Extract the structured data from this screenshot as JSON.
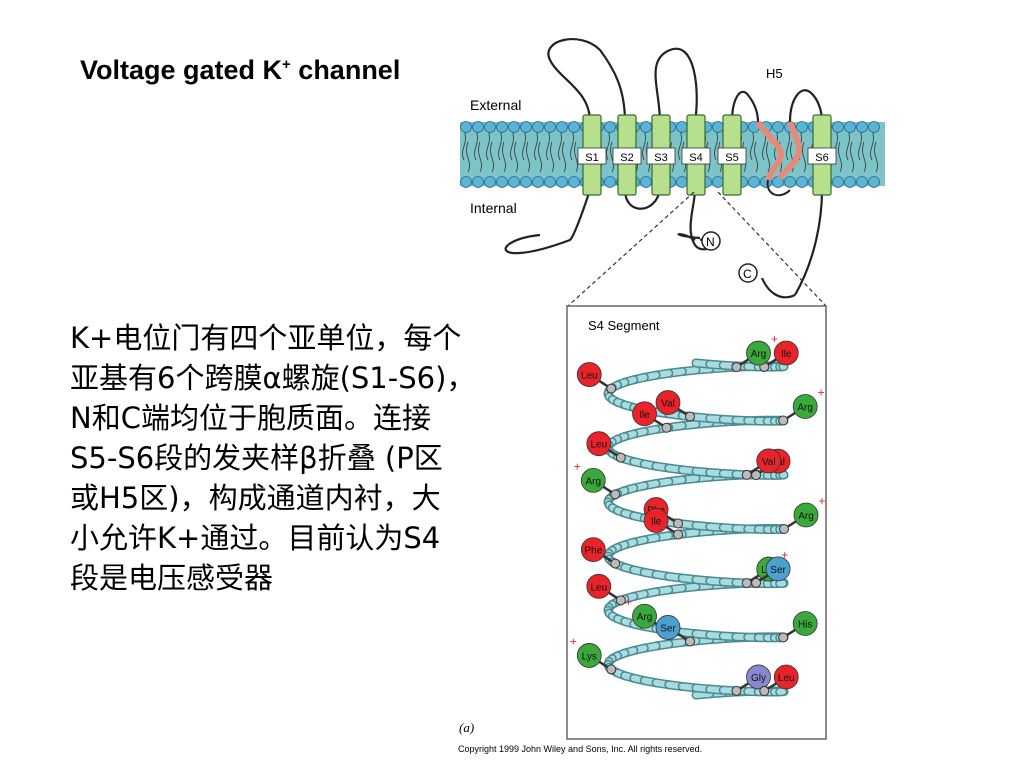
{
  "title": {
    "main": "Voltage gated K",
    "sup": "+",
    "rest": " channel"
  },
  "paragraph": [
    "K+电位门有四个亚单位，每个",
    "亚基有6个跨膜α螺旋(S1-S6)，",
    "N和C端均位于胞质面。连接",
    "S5-S6段的发夹样β折叠 (P区",
    "或H5区)，构成通道内衬，大",
    "小允许K+通过。目前认为S4",
    "段是电压感受器"
  ],
  "membrane": {
    "external_label": "External",
    "internal_label": "Internal",
    "h5_label": "H5",
    "segments": [
      "S1",
      "S2",
      "S3",
      "S4",
      "S5",
      "S6"
    ],
    "n_term": "N",
    "c_term": "C"
  },
  "s4": {
    "title": "S4 Segment",
    "residues": [
      {
        "name": "Ile",
        "kind": "hydrophobic",
        "plus": false
      },
      {
        "name": "Arg",
        "kind": "basic",
        "plus": true
      },
      {
        "name": "Leu",
        "kind": "hydrophobic",
        "plus": false
      },
      {
        "name": "Val",
        "kind": "hydrophobic",
        "plus": false
      },
      {
        "name": "Arg",
        "kind": "basic",
        "plus": true
      },
      {
        "name": "Ile",
        "kind": "hydrophobic",
        "plus": false
      },
      {
        "name": "Leu",
        "kind": "hydrophobic",
        "plus": false
      },
      {
        "name": "Val",
        "kind": "hydrophobic",
        "plus": false
      },
      {
        "name": "Val",
        "kind": "hydrophobic",
        "plus": false
      },
      {
        "name": "Arg",
        "kind": "basic",
        "plus": true
      },
      {
        "name": "Phe",
        "kind": "hydrophobic",
        "plus": false
      },
      {
        "name": "Arg",
        "kind": "basic",
        "plus": true
      },
      {
        "name": "Ile",
        "kind": "hydrophobic",
        "plus": false
      },
      {
        "name": "Phe",
        "kind": "hydrophobic",
        "plus": false
      },
      {
        "name": "Lys",
        "kind": "basic",
        "plus": true
      },
      {
        "name": "Ser",
        "kind": "polar",
        "plus": false
      },
      {
        "name": "Leu",
        "kind": "hydrophobic",
        "plus": false
      },
      {
        "name": "Arg",
        "kind": "basic",
        "plus": true
      },
      {
        "name": "His",
        "kind": "basic",
        "plus": false
      },
      {
        "name": "Ser",
        "kind": "polar",
        "plus": false
      },
      {
        "name": "Lys",
        "kind": "basic",
        "plus": true
      },
      {
        "name": "Gly",
        "kind": "special",
        "plus": false
      },
      {
        "name": "Leu",
        "kind": "hydrophobic",
        "plus": false
      }
    ],
    "plus_sign": "+"
  },
  "colors": {
    "hydrophobic": "#e8242a",
    "basic": "#3aa83a",
    "polar": "#4aa0d0",
    "special": "#8888cc",
    "membrane_head": "#5ab4d8",
    "membrane_band": "#7cc4c8",
    "helix": "#a8dce0",
    "segment": "#b6e08e"
  },
  "figure_label": "(a)",
  "copyright": "Copyright 1999 John Wiley and Sons, Inc. All rights reserved."
}
